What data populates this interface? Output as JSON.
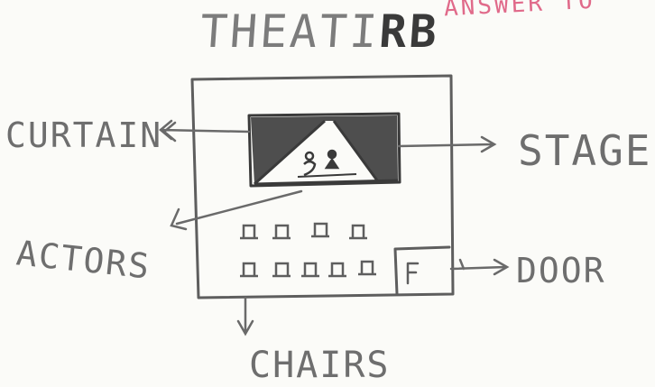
{
  "title": {
    "part1": "THEATI",
    "part2": "RB"
  },
  "corner_note": "ANSWER TO",
  "labels": {
    "curtain": "CURTAIN",
    "stage": "STAGE",
    "actors": "ACTORS",
    "door": "DOOR",
    "chairs": "CHAIRS"
  },
  "colors": {
    "ink": "#6a6a6a",
    "dark_fill": "#4e4e4e",
    "pink": "#e06a8a"
  }
}
